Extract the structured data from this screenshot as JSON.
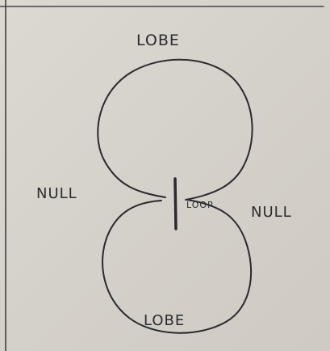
{
  "diagram": {
    "labels": {
      "lobe_top": "LOBE",
      "lobe_bottom": "LOBE",
      "null_left": "NULL",
      "null_right": "NULL",
      "loop": "LOOP"
    },
    "colors": {
      "paper": "#d6d2cc",
      "ink": "#2a2a30"
    }
  }
}
